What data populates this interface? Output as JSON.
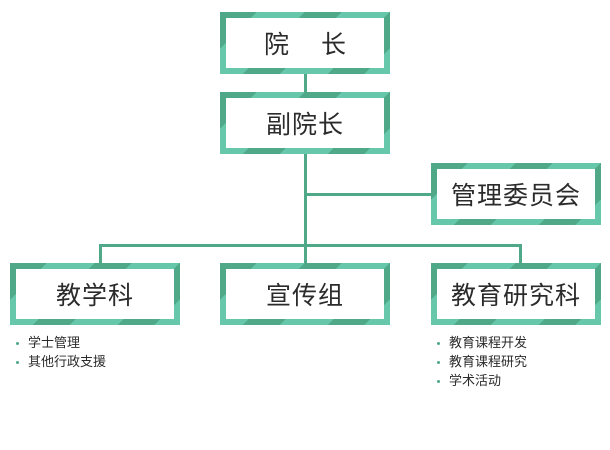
{
  "org_chart": {
    "director": "院 长",
    "vice_director": "副院长",
    "committee": "管理委员会",
    "departments": [
      {
        "name": "教学科",
        "items": [
          "学士管理",
          "其他行政支援"
        ]
      },
      {
        "name": "宣传组",
        "items": []
      },
      {
        "name": "教育研究科",
        "items": [
          "教育课程开发",
          "教育课程研究",
          "学术活动"
        ]
      }
    ]
  },
  "colors": {
    "accent_dark": "#4fa888",
    "accent_light": "#66c7aa",
    "text": "#2b2b2b"
  }
}
